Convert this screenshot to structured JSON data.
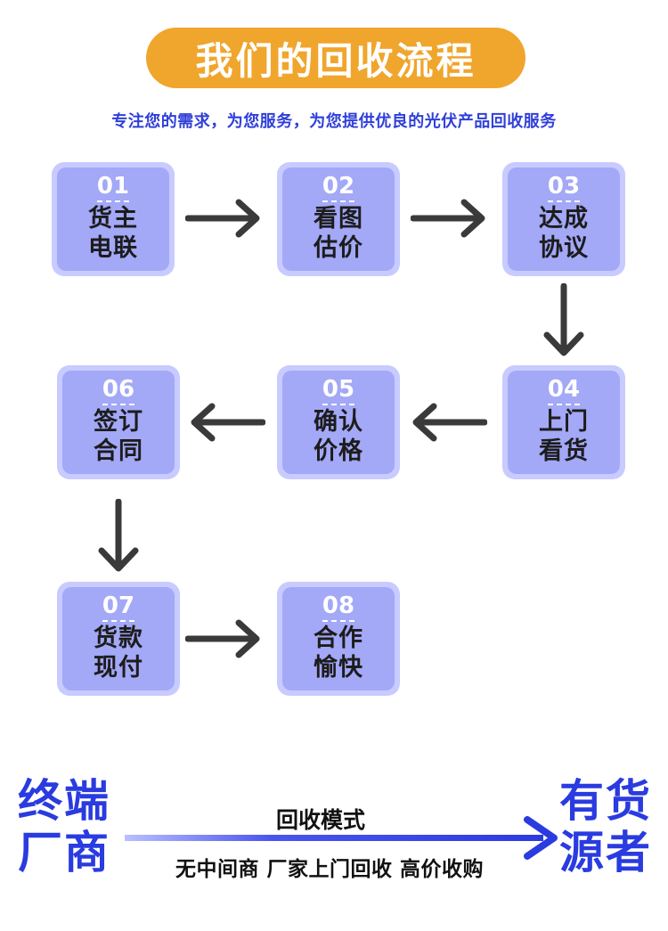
{
  "title": "我们的回收流程",
  "subtitle": "专注您的需求，为您服务，为您提供优良的光伏产品回收服务",
  "steps": [
    {
      "num": "01",
      "line1": "货主",
      "line2": "电联"
    },
    {
      "num": "02",
      "line1": "看图",
      "line2": "估价"
    },
    {
      "num": "03",
      "line1": "达成",
      "line2": "协议"
    },
    {
      "num": "04",
      "line1": "上门",
      "line2": "看货"
    },
    {
      "num": "05",
      "line1": "确认",
      "line2": "价格"
    },
    {
      "num": "06",
      "line1": "签订",
      "line2": "合同"
    },
    {
      "num": "07",
      "line1": "货款",
      "line2": "现付"
    },
    {
      "num": "08",
      "line1": "合作",
      "line2": "愉快"
    }
  ],
  "bottom": {
    "left_line1": "终端",
    "left_line2": "厂商",
    "right_line1": "有货",
    "right_line2": "源者",
    "mode_label": "回收模式",
    "mode_desc": "无中间商 厂家上门回收 高价收购"
  },
  "colors": {
    "title_bg": "#f0a52c",
    "accent_blue": "#2f3fd8",
    "step_outer": "#c7cbff",
    "step_inner": "#a3a8f7",
    "arrow": "#3a3a3a"
  }
}
